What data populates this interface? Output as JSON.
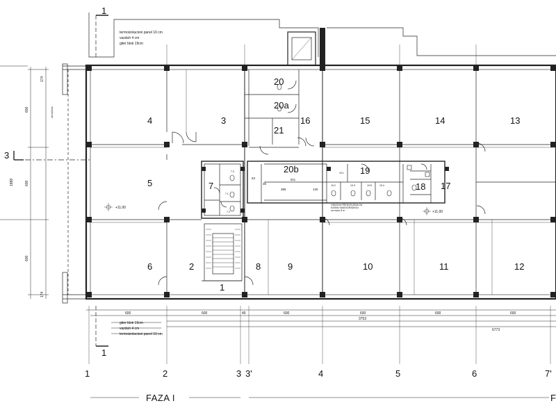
{
  "drawing": {
    "section_marks": {
      "top": "1",
      "bottom": "1",
      "left": "3"
    },
    "layer_notes_top": [
      "termoizolacioni panel 10 cm",
      "vazduh 4 cm",
      "giter blok 19cm"
    ],
    "layer_notes_bottom": [
      "giter blok 19cm",
      "vazduh 4 cm",
      "termoizolacioni panel 10 cm"
    ],
    "rooms": {
      "r1": "1",
      "r2": "2",
      "r3": "3",
      "r4": "4",
      "r5": "5",
      "r6": "6",
      "r7": "7",
      "r8": "8",
      "r9": "9",
      "r10": "10",
      "r11": "11",
      "r12": "12",
      "r13": "13",
      "r14": "14",
      "r15": "15",
      "r16": "16",
      "r17": "17",
      "r18": "18",
      "r19": "19",
      "r20": "20",
      "r20a": "20a",
      "r20b": "20b",
      "r21": "21",
      "r7_1": "7.1",
      "r7_2": "7.2",
      "r7_3": "7.3",
      "r19_1": "19.1",
      "r19_2": "19.2",
      "r19_3": "19.3",
      "r19_4": "19.4",
      "r19_5": "19.5"
    },
    "elevations": {
      "left": "+11.00",
      "right": "+11.00"
    },
    "inner_dims": {
      "d511": "511",
      "d385": "385",
      "d120": "120",
      "d63": "63",
      "d36": "36"
    },
    "left_dims": {
      "d174a": "174",
      "d600a": "600",
      "d1988": "1988",
      "d600b": "600",
      "d600c": "600",
      "d174b": "174"
    },
    "bottom_dims": {
      "d600_1": "600",
      "d600_2": "600",
      "d45": "45",
      "d600_3": "600",
      "d600_4": "600",
      "d600_5": "600",
      "d600_6": "600",
      "total_a": "3753",
      "total_b": "6773"
    },
    "left_note": "zid zavesa",
    "corridor_notes": [
      "OSNOVA PREDVIDJENA ZA",
      "KASNU NADOGRADNJU",
      "na nivou 8 m"
    ],
    "axes": [
      "1",
      "2",
      "3",
      "3'",
      "4",
      "5",
      "6",
      "7'"
    ],
    "phase_label": "FAZA I",
    "phase_label_right": "F"
  }
}
